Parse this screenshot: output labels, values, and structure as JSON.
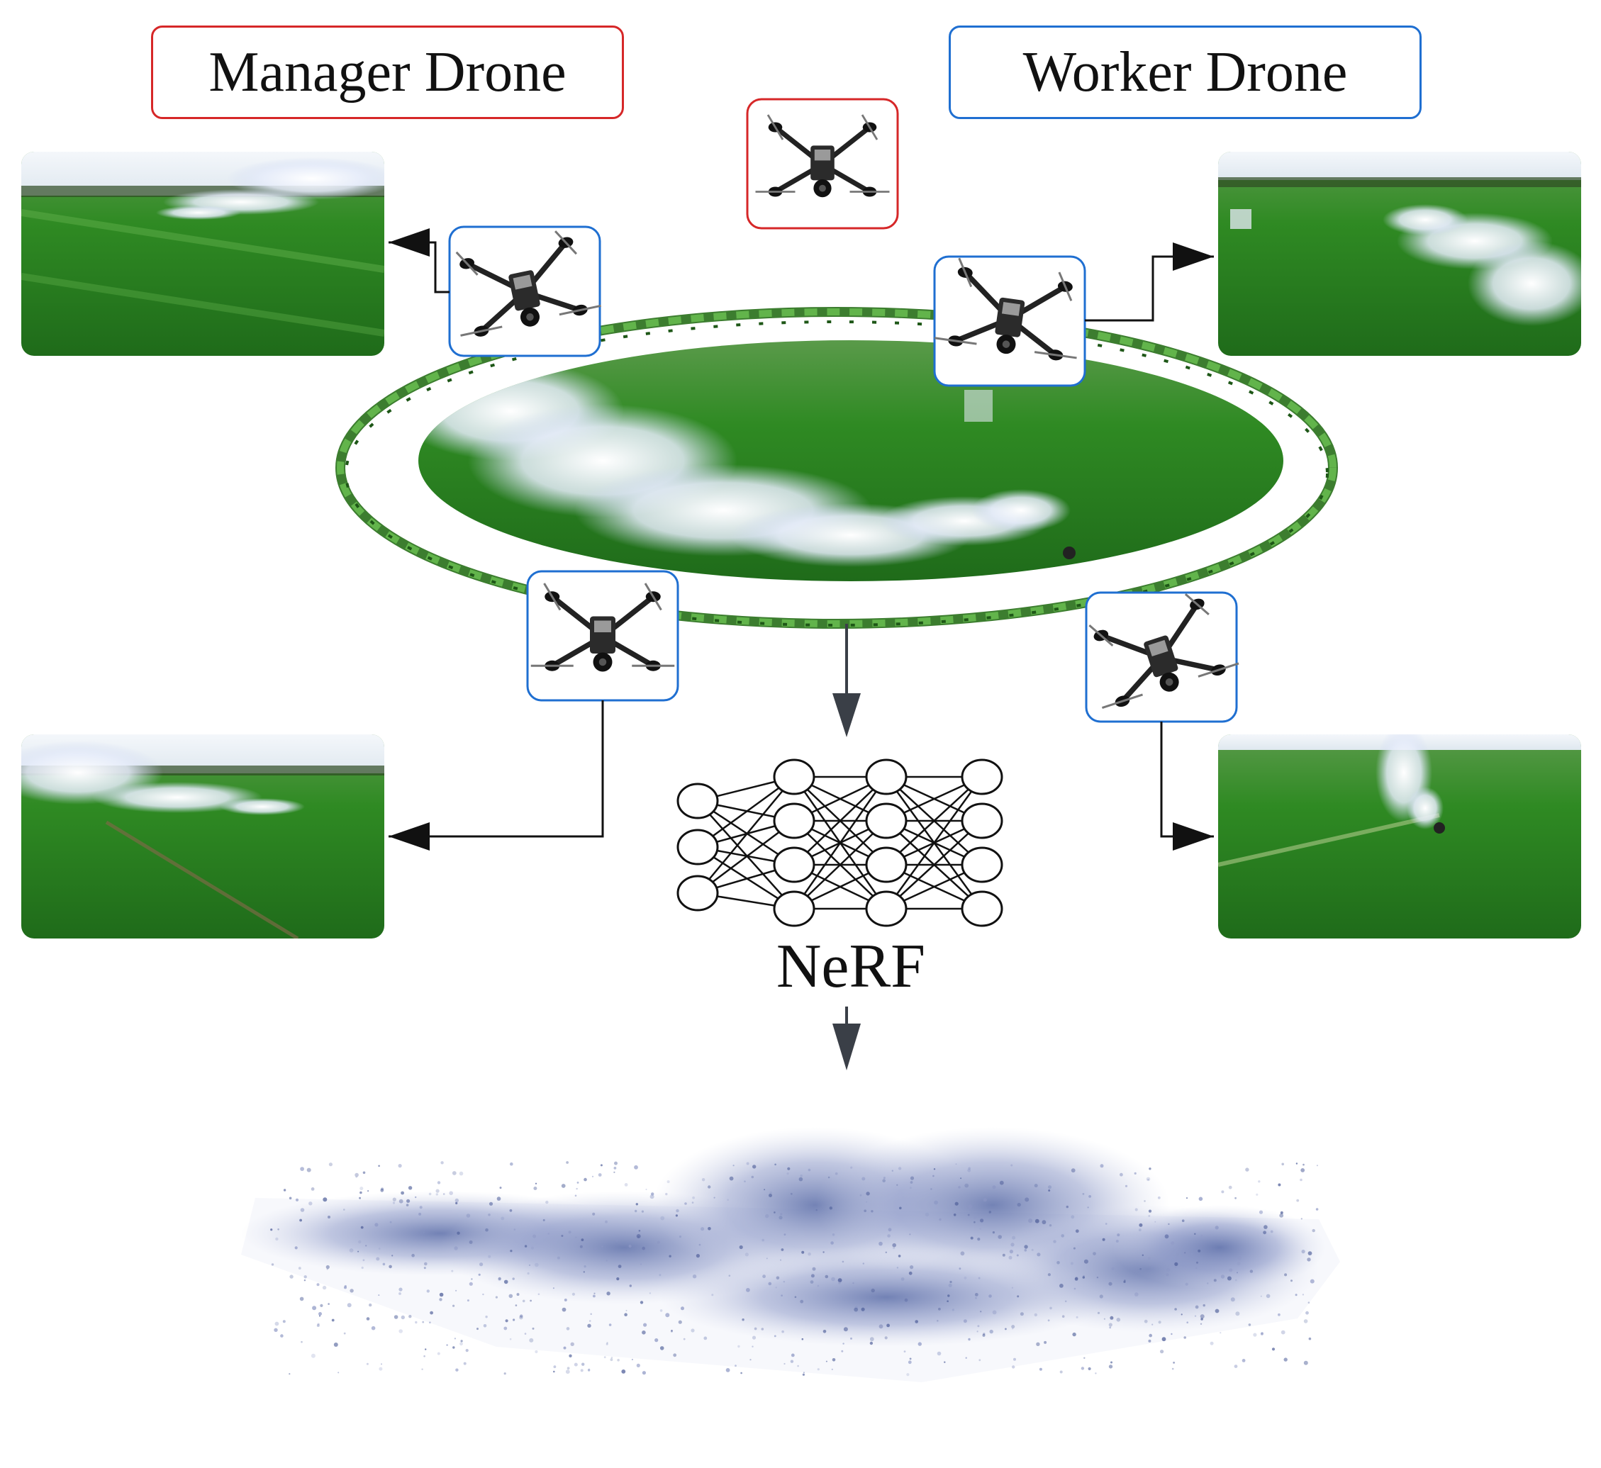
{
  "labels": {
    "manager": "Manager Drone",
    "worker": "Worker Drone",
    "nerf": "NeRF"
  },
  "colors": {
    "manager_border": "#d62728",
    "worker_border": "#1f6fd1",
    "arrow": "#3a3f47",
    "connector": "#111111",
    "grass_dark": "#1f6b1a",
    "grass_light": "#4aa33a",
    "smoke": "#dfe6f5",
    "point_cloud": "#6e7fb8"
  },
  "icons": {
    "drone": "quadcopter-drone-icon",
    "network": "neural-network-icon"
  }
}
